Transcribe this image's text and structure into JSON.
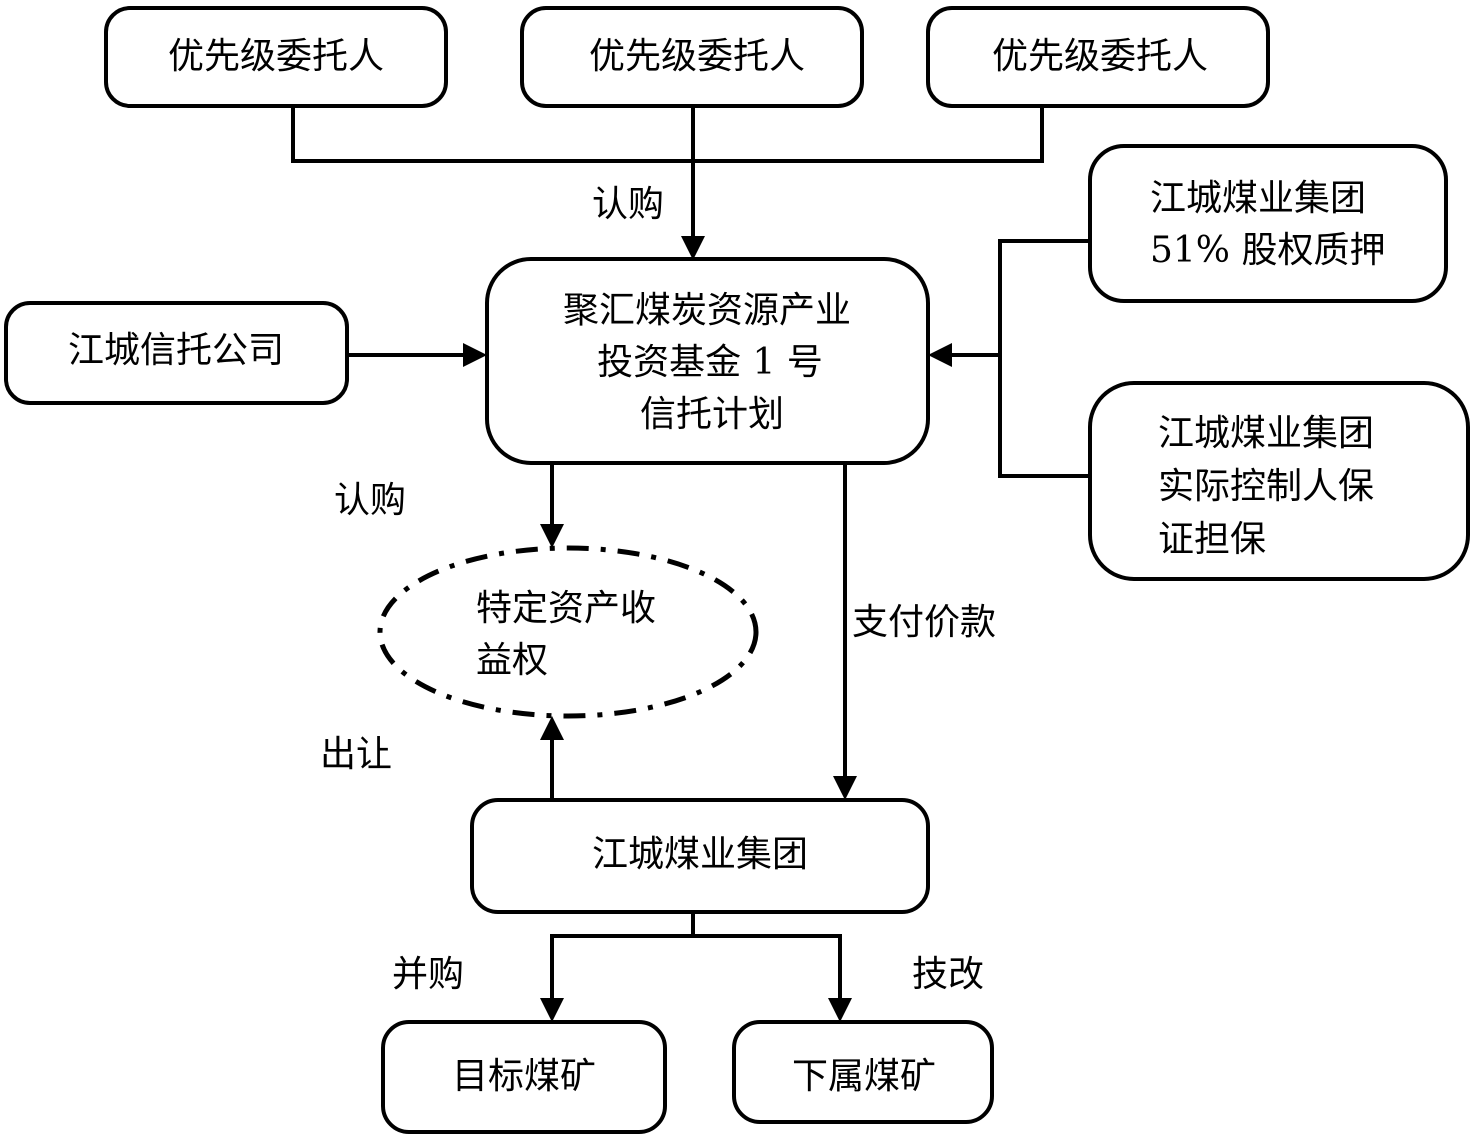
{
  "diagram": {
    "colors": {
      "stroke": "#000000",
      "background": "#ffffff"
    },
    "nodes": {
      "priority_trustor_1": {
        "label": "优先级委托人"
      },
      "priority_trustor_2": {
        "label": "优先级委托人"
      },
      "priority_trustor_3": {
        "label": "优先级委托人"
      },
      "trust_plan": {
        "lines": [
          "聚汇煤炭资源产业",
          "投资基金 1 号",
          "信托计划"
        ]
      },
      "trust_company": {
        "label": "江城信托公司"
      },
      "equity_pledge": {
        "lines": [
          "江城煤业集团",
          "51% 股权质押"
        ]
      },
      "controller_guarantee": {
        "lines": [
          "江城煤业集团",
          "实际控制人保",
          "证担保"
        ]
      },
      "specific_asset_rights": {
        "lines": [
          "特定资产收",
          "益权"
        ]
      },
      "coal_group": {
        "label": "江城煤业集团"
      },
      "target_mine": {
        "label": "目标煤矿"
      },
      "subsidiary_mine": {
        "label": "下属煤矿"
      }
    },
    "edges": {
      "subscribe_top": "认购",
      "subscribe_rights": "认购",
      "pay_price": "支付价款",
      "transfer": "出让",
      "merger": "并购",
      "tech_upgrade": "技改"
    }
  }
}
